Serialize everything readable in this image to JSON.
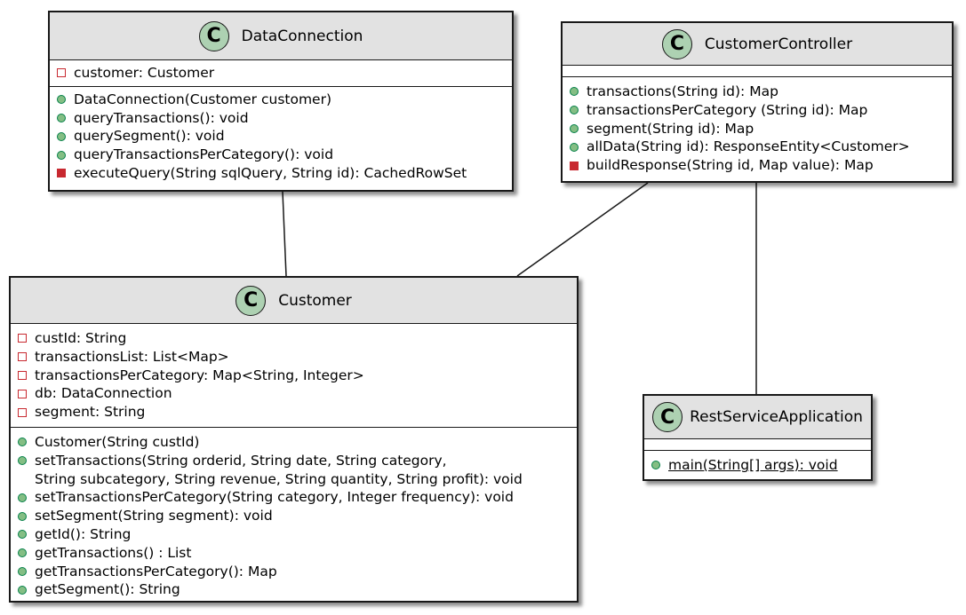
{
  "classes": {
    "dataconnection": {
      "stereotype_icon": "C",
      "name": "DataConnection",
      "fields": [
        {
          "visibility": "private",
          "text": "customer: Customer"
        }
      ],
      "methods": [
        {
          "visibility": "public",
          "text": "DataConnection(Customer customer)"
        },
        {
          "visibility": "public",
          "text": "queryTransactions(): void"
        },
        {
          "visibility": "public",
          "text": "querySegment(): void"
        },
        {
          "visibility": "public",
          "text": "queryTransactionsPerCategory(): void"
        },
        {
          "visibility": "private",
          "text": "executeQuery(String sqlQuery, String id): CachedRowSet"
        }
      ]
    },
    "customercontroller": {
      "stereotype_icon": "C",
      "name": "CustomerController",
      "fields": [],
      "methods": [
        {
          "visibility": "public",
          "text": "transactions(String id): Map"
        },
        {
          "visibility": "public",
          "text": "transactionsPerCategory (String id): Map"
        },
        {
          "visibility": "public",
          "text": "segment(String id): Map"
        },
        {
          "visibility": "public",
          "text": "allData(String id): ResponseEntity<Customer>"
        },
        {
          "visibility": "private",
          "text": "buildResponse(String id, Map value): Map"
        }
      ]
    },
    "customer": {
      "stereotype_icon": "C",
      "name": "Customer",
      "fields": [
        {
          "visibility": "private",
          "text": "custId: String"
        },
        {
          "visibility": "private",
          "text": "transactionsList: List<Map>"
        },
        {
          "visibility": "private",
          "text": "transactionsPerCategory: Map<String, Integer>"
        },
        {
          "visibility": "private",
          "text": "db: DataConnection"
        },
        {
          "visibility": "private",
          "text": "segment: String"
        }
      ],
      "methods": [
        {
          "visibility": "public",
          "text": "Customer(String custId)"
        },
        {
          "visibility": "public",
          "text": "setTransactions(String orderid, String date, String category,",
          "continuation": "String subcategory, String revenue, String quantity, String profit): void"
        },
        {
          "visibility": "public",
          "text": "setTransactionsPerCategory(String category, Integer frequency): void"
        },
        {
          "visibility": "public",
          "text": "setSegment(String segment): void"
        },
        {
          "visibility": "public",
          "text": "getId(): String"
        },
        {
          "visibility": "public",
          "text": "getTransactions() : List"
        },
        {
          "visibility": "public",
          "text": "getTransactionsPerCategory(): Map"
        },
        {
          "visibility": "public",
          "text": "getSegment(): String"
        }
      ]
    },
    "restserviceapplication": {
      "stereotype_icon": "C",
      "name": "RestServiceApplication",
      "fields": [],
      "methods": [
        {
          "visibility": "public",
          "static": true,
          "text": "main(String[] args): void"
        }
      ]
    }
  },
  "associations": [
    {
      "from": "DataConnection",
      "to": "Customer"
    },
    {
      "from": "CustomerController",
      "to": "Customer"
    },
    {
      "from": "CustomerController",
      "to": "RestServiceApplication"
    }
  ],
  "colors": {
    "header_bg": "#e2e2e2",
    "class_icon_bg": "#add1b2",
    "private_red": "#c82930",
    "public_green": "#84be84",
    "border": "#181818"
  }
}
